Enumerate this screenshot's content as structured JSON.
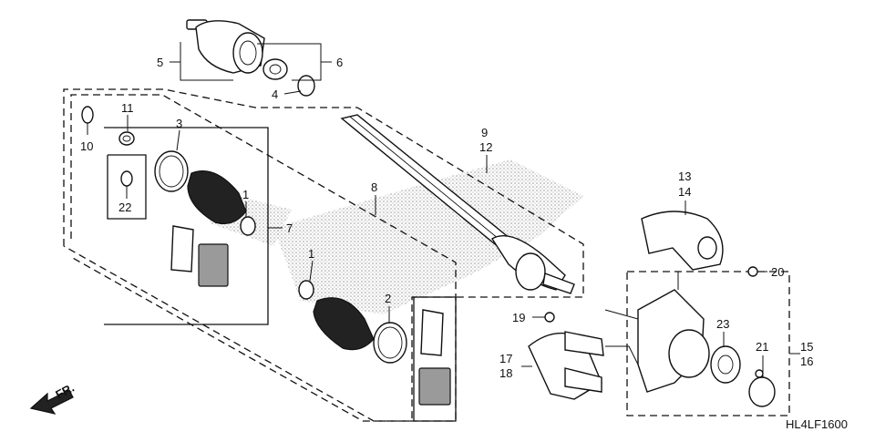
{
  "diagram": {
    "part_code": "HL4LF1600",
    "direction_marker": "FR.",
    "callouts": [
      {
        "id": "c5",
        "text": "5"
      },
      {
        "id": "c6",
        "text": "6"
      },
      {
        "id": "c4",
        "text": "4"
      },
      {
        "id": "c10",
        "text": "10"
      },
      {
        "id": "c11",
        "text": "11"
      },
      {
        "id": "c3",
        "text": "3"
      },
      {
        "id": "c22",
        "text": "22"
      },
      {
        "id": "c1a",
        "text": "1"
      },
      {
        "id": "c7",
        "text": "7"
      },
      {
        "id": "c8",
        "text": "8"
      },
      {
        "id": "c9",
        "text": "9"
      },
      {
        "id": "c12",
        "text": "12"
      },
      {
        "id": "c1b",
        "text": "1"
      },
      {
        "id": "c2",
        "text": "2"
      },
      {
        "id": "c13",
        "text": "13"
      },
      {
        "id": "c14",
        "text": "14"
      },
      {
        "id": "c20",
        "text": "20"
      },
      {
        "id": "c19",
        "text": "19"
      },
      {
        "id": "c23",
        "text": "23"
      },
      {
        "id": "c21",
        "text": "21"
      },
      {
        "id": "c15",
        "text": "15"
      },
      {
        "id": "c16",
        "text": "16"
      },
      {
        "id": "c17",
        "text": "17"
      },
      {
        "id": "c18",
        "text": "18"
      }
    ]
  }
}
